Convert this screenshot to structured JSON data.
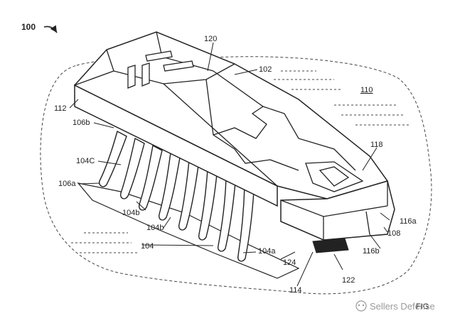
{
  "figure": {
    "ref_main": "100",
    "labels": {
      "l102": "102",
      "l104": "104",
      "l104a": "104a",
      "l104b_1": "104b",
      "l104b_2": "104b",
      "l104c": "104C",
      "l106a": "106a",
      "l106b": "106b",
      "l108": "108",
      "l110": "110",
      "l112": "112",
      "l114": "114",
      "l116a": "116a",
      "l116b": "116b",
      "l118": "118",
      "l120": "120",
      "l122": "122",
      "l124": "124"
    },
    "partial_sheet_label": "FIG",
    "watermark": "Sellers Defense"
  },
  "colors": {
    "line": "#222222",
    "dashed": "#444444",
    "watermark": "#9a9a9a"
  }
}
